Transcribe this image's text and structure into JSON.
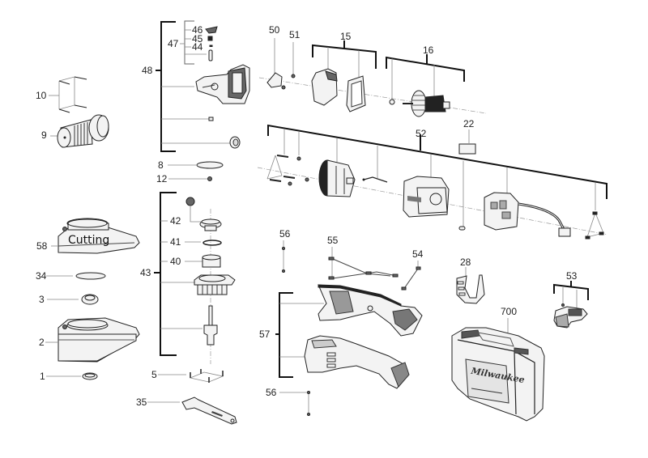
{
  "diagram": {
    "title": "Angle grinder exploded parts diagram",
    "annotation": "Cutting",
    "brand_on_case": "Milwaukee",
    "part_labels": [
      "1",
      "2",
      "3",
      "5",
      "8",
      "9",
      "10",
      "12",
      "15",
      "16",
      "22",
      "28",
      "34",
      "35",
      "40",
      "41",
      "42",
      "43",
      "44",
      "45",
      "46",
      "47",
      "48",
      "50",
      "51",
      "52",
      "53",
      "54",
      "55",
      "56",
      "56",
      "57",
      "58",
      "700"
    ],
    "assemblies": [
      {
        "label": "48",
        "contains": [
          "47",
          "housing",
          "bushing",
          "bearing"
        ]
      },
      {
        "label": "47",
        "contains": [
          "46",
          "45",
          "44",
          "pin"
        ]
      },
      {
        "label": "43",
        "contains": [
          "42",
          "41",
          "40",
          "gear case",
          "spindle"
        ]
      },
      {
        "label": "15",
        "contains": [
          "baffle",
          "fan cover"
        ]
      },
      {
        "label": "16",
        "contains": [
          "washer",
          "armature"
        ]
      },
      {
        "label": "52",
        "contains": [
          "screws",
          "stator",
          "brush wire",
          "motor housing",
          "switch",
          "screws"
        ]
      },
      {
        "label": "53",
        "contains": [
          "screw",
          "battery latch"
        ]
      },
      {
        "label": "57",
        "contains": [
          "handle half",
          "handle half"
        ]
      }
    ]
  }
}
